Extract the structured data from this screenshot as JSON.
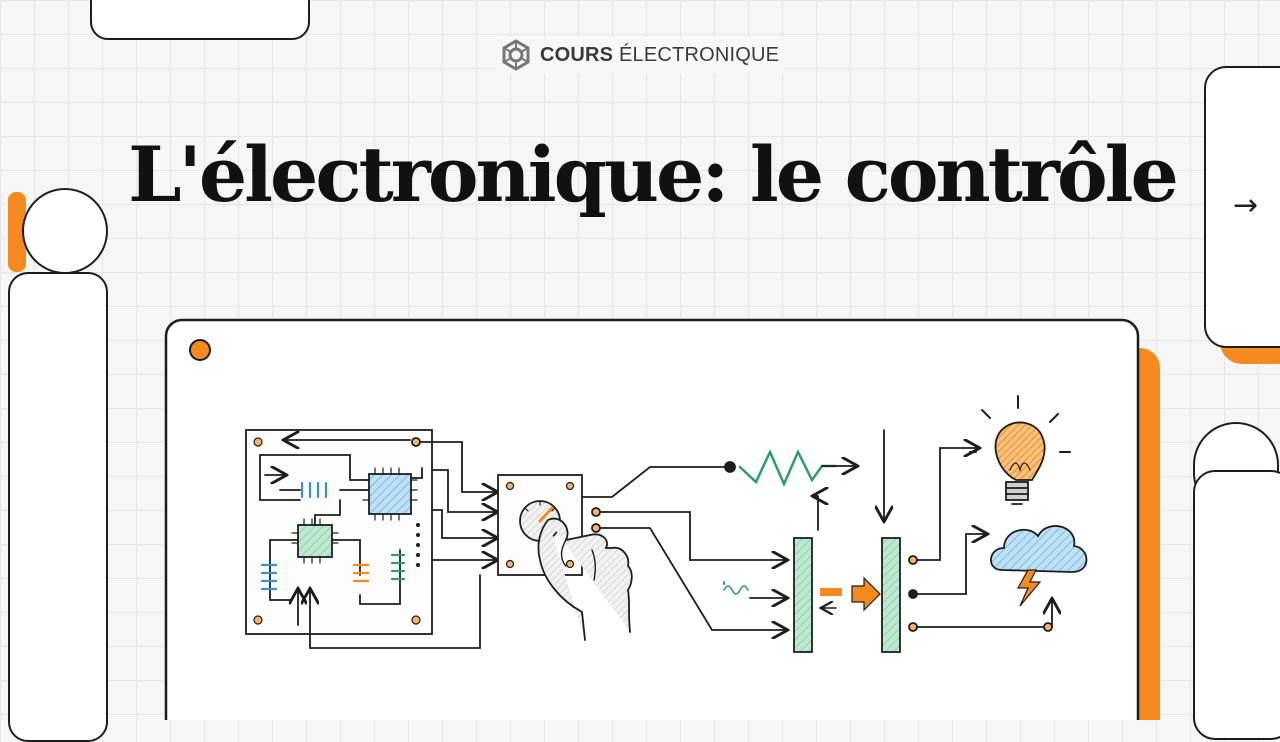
{
  "brand": {
    "name_bold": "COURS",
    "name_rest": "ÉLECTRONIQUE",
    "icon": "gear-logo-icon"
  },
  "title": "L'électronique: le contrôle",
  "nav": {
    "next_icon": "arrow-right-icon",
    "next_glyph": "→"
  },
  "colors": {
    "accent": "#f58a1f",
    "green": "#8ed3ad",
    "blue": "#7cbde8",
    "ink": "#1d1d1d"
  }
}
